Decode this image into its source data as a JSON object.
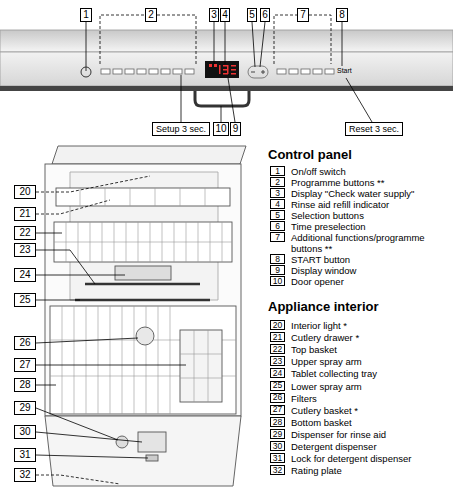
{
  "diagram": {
    "nodes": [
      {
        "text": [
          "1"
        ]
      },
      {
        "text": [
          "2"
        ]
      },
      {
        "text": [
          "3"
        ]
      },
      {
        "text": [
          "4"
        ]
      },
      {
        "text": [
          "5"
        ]
      },
      {
        "text": [
          "6"
        ]
      },
      {
        "text": [
          "7"
        ]
      },
      {
        "text": [
          "8"
        ]
      },
      {
        "text": [
          "Setup 3 sec."
        ]
      },
      {
        "text": [
          "10"
        ]
      },
      {
        "text": [
          "9"
        ]
      },
      {
        "text": [
          "Reset 3 sec."
        ]
      },
      {
        "text": [
          "20"
        ]
      },
      {
        "text": [
          "21"
        ]
      },
      {
        "text": [
          "22"
        ]
      },
      {
        "text": [
          "23"
        ]
      },
      {
        "text": [
          "24"
        ]
      },
      {
        "text": [
          "25"
        ]
      },
      {
        "text": [
          "26"
        ]
      },
      {
        "text": [
          "27"
        ]
      },
      {
        "text": [
          "28"
        ]
      },
      {
        "text": [
          "29"
        ]
      },
      {
        "text": [
          "30"
        ]
      },
      {
        "text": [
          "31"
        ]
      },
      {
        "text": [
          "32"
        ]
      },
      {
        "text": [
          "1",
          "On/off switch"
        ]
      },
      {
        "text": [
          "2",
          "Programme buttons **"
        ]
      },
      {
        "text": [
          "3",
          "Display \"Check water supply\""
        ]
      },
      {
        "text": [
          "4",
          "Rinse aid refill indicator"
        ]
      },
      {
        "text": [
          "5",
          "Selection buttons"
        ]
      },
      {
        "text": [
          "6",
          "Time preselection"
        ]
      },
      {
        "text": [
          "7",
          "Additional functions/programme buttons **"
        ]
      },
      {
        "text": [
          "8",
          "START button"
        ]
      },
      {
        "text": [
          "9",
          "Display window"
        ]
      },
      {
        "text": [
          "10",
          "Door opener"
        ]
      },
      {
        "text": [
          "20",
          "Interior light *"
        ]
      },
      {
        "text": [
          "21",
          "Cutlery drawer *"
        ]
      },
      {
        "text": [
          "22",
          "Top basket"
        ]
      },
      {
        "text": [
          "23",
          "Upper spray arm"
        ]
      },
      {
        "text": [
          "24",
          "Tablet collecting tray"
        ]
      },
      {
        "text": [
          "25",
          "Lower spray arm"
        ]
      },
      {
        "text": [
          "26",
          "Filters"
        ]
      },
      {
        "text": [
          "27",
          "Cutlery basket *"
        ]
      },
      {
        "text": [
          "28",
          "Bottom basket"
        ]
      },
      {
        "text": [
          "29",
          "Dispenser for rinse aid"
        ]
      },
      {
        "text": [
          "30",
          "Detergent dispenser"
        ]
      },
      {
        "text": [
          "31",
          "Lock for detergent dispenser"
        ]
      },
      {
        "text": [
          "32",
          "Rating plate"
        ]
      }
    ],
    "labels": [
      "Start",
      "Control panel",
      "Appliance interior"
    ]
  }
}
